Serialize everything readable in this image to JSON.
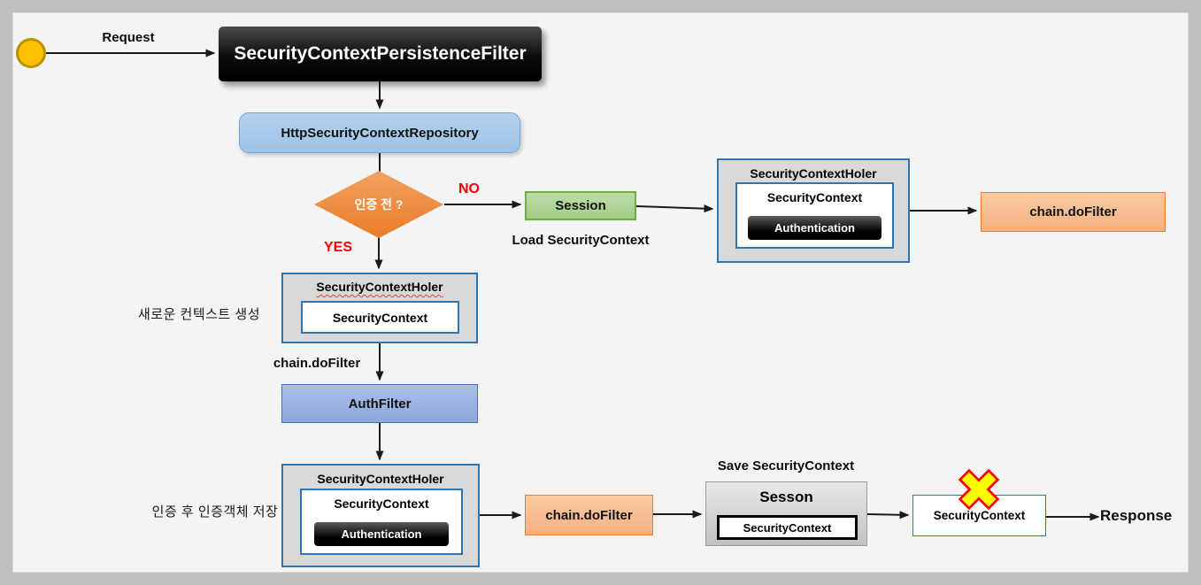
{
  "icons": {
    "start": "yellow-circle",
    "cleared_context": "yellow-x-cross"
  },
  "colors": {
    "frame": "#C0C0C0",
    "canvas_bg": "#F4F4F4",
    "filter_box": "#000000",
    "repository": "#9DC3E6",
    "decision": "#ED7D31",
    "session": "#A9D18E",
    "holder_fill": "#D9D9D9",
    "holder_border": "#2E75B6",
    "chain": "#F4B183",
    "auth_filter": "#8FAADC",
    "branch_text": "#FF0000",
    "x_mark_fill": "#FFFF00",
    "x_mark_border": "#FF0000"
  },
  "labels": {
    "request": "Request",
    "no": "NO",
    "yes": "YES",
    "load_context": "Load SecurityContext",
    "new_context": "새로운 컨텍스트 생성",
    "chain_caption": "chain.doFilter",
    "auth_saved": "인증 후 인증객체 저장",
    "save_context": "Save SecurityContext",
    "response": "Response"
  },
  "nodes": {
    "persistence_filter": "SecurityContextPersistenceFilter",
    "repository": "HttpSecurityContextRepository",
    "decision": "인증 전 ?",
    "session_load": "Session",
    "holder_loaded": {
      "title": "SecurityContextHoler",
      "context": "SecurityContext",
      "authentication": "Authentication"
    },
    "chain_top": "chain.doFilter",
    "holder_new": {
      "title": "SecurityContextHoler",
      "context": "SecurityContext"
    },
    "auth_filter": "AuthFilter",
    "holder_authenticated": {
      "title": "SecurityContextHoler",
      "context": "SecurityContext",
      "authentication": "Authentication"
    },
    "chain_bottom": "chain.doFilter",
    "session_save": {
      "title": "Sesson",
      "context": "SecurityContext"
    },
    "context_cleared": "SecurityContext"
  }
}
